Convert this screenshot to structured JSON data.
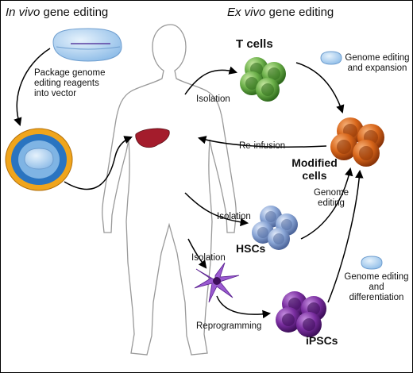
{
  "headings": {
    "in_vivo_italic": "In vivo",
    "in_vivo_rest": " gene editing",
    "ex_vivo_italic": "Ex vivo",
    "ex_vivo_rest": " gene editing"
  },
  "labels": {
    "package": "Package genome editing reagents into vector",
    "t_cells": "T cells",
    "isolation_t": "Isolation",
    "genome_expansion": "Genome editing and expansion",
    "reinfusion": "Re-infusion",
    "modified_cells": "Modified cells",
    "genome_editing": "Genome editing",
    "isolation_hsc": "Isolation",
    "hscs": "HSCs",
    "isolation_ipsc": "Isolation",
    "genome_differentiation": "Genome editing and differentiation",
    "reprogramming": "Reprogramming",
    "ipscs": "iPSCs"
  },
  "colors": {
    "t_cells": "#6cb04a",
    "modified_cells": "#d8661a",
    "hscs": "#8aa6d6",
    "ipscs": "#7a2ea0",
    "fibroblast": "#9a5ad0",
    "liver": "#a41c2c",
    "vector_shell": "#f0a51c",
    "vector_core": "#2a74c0",
    "reagent": "#a9cdee"
  }
}
